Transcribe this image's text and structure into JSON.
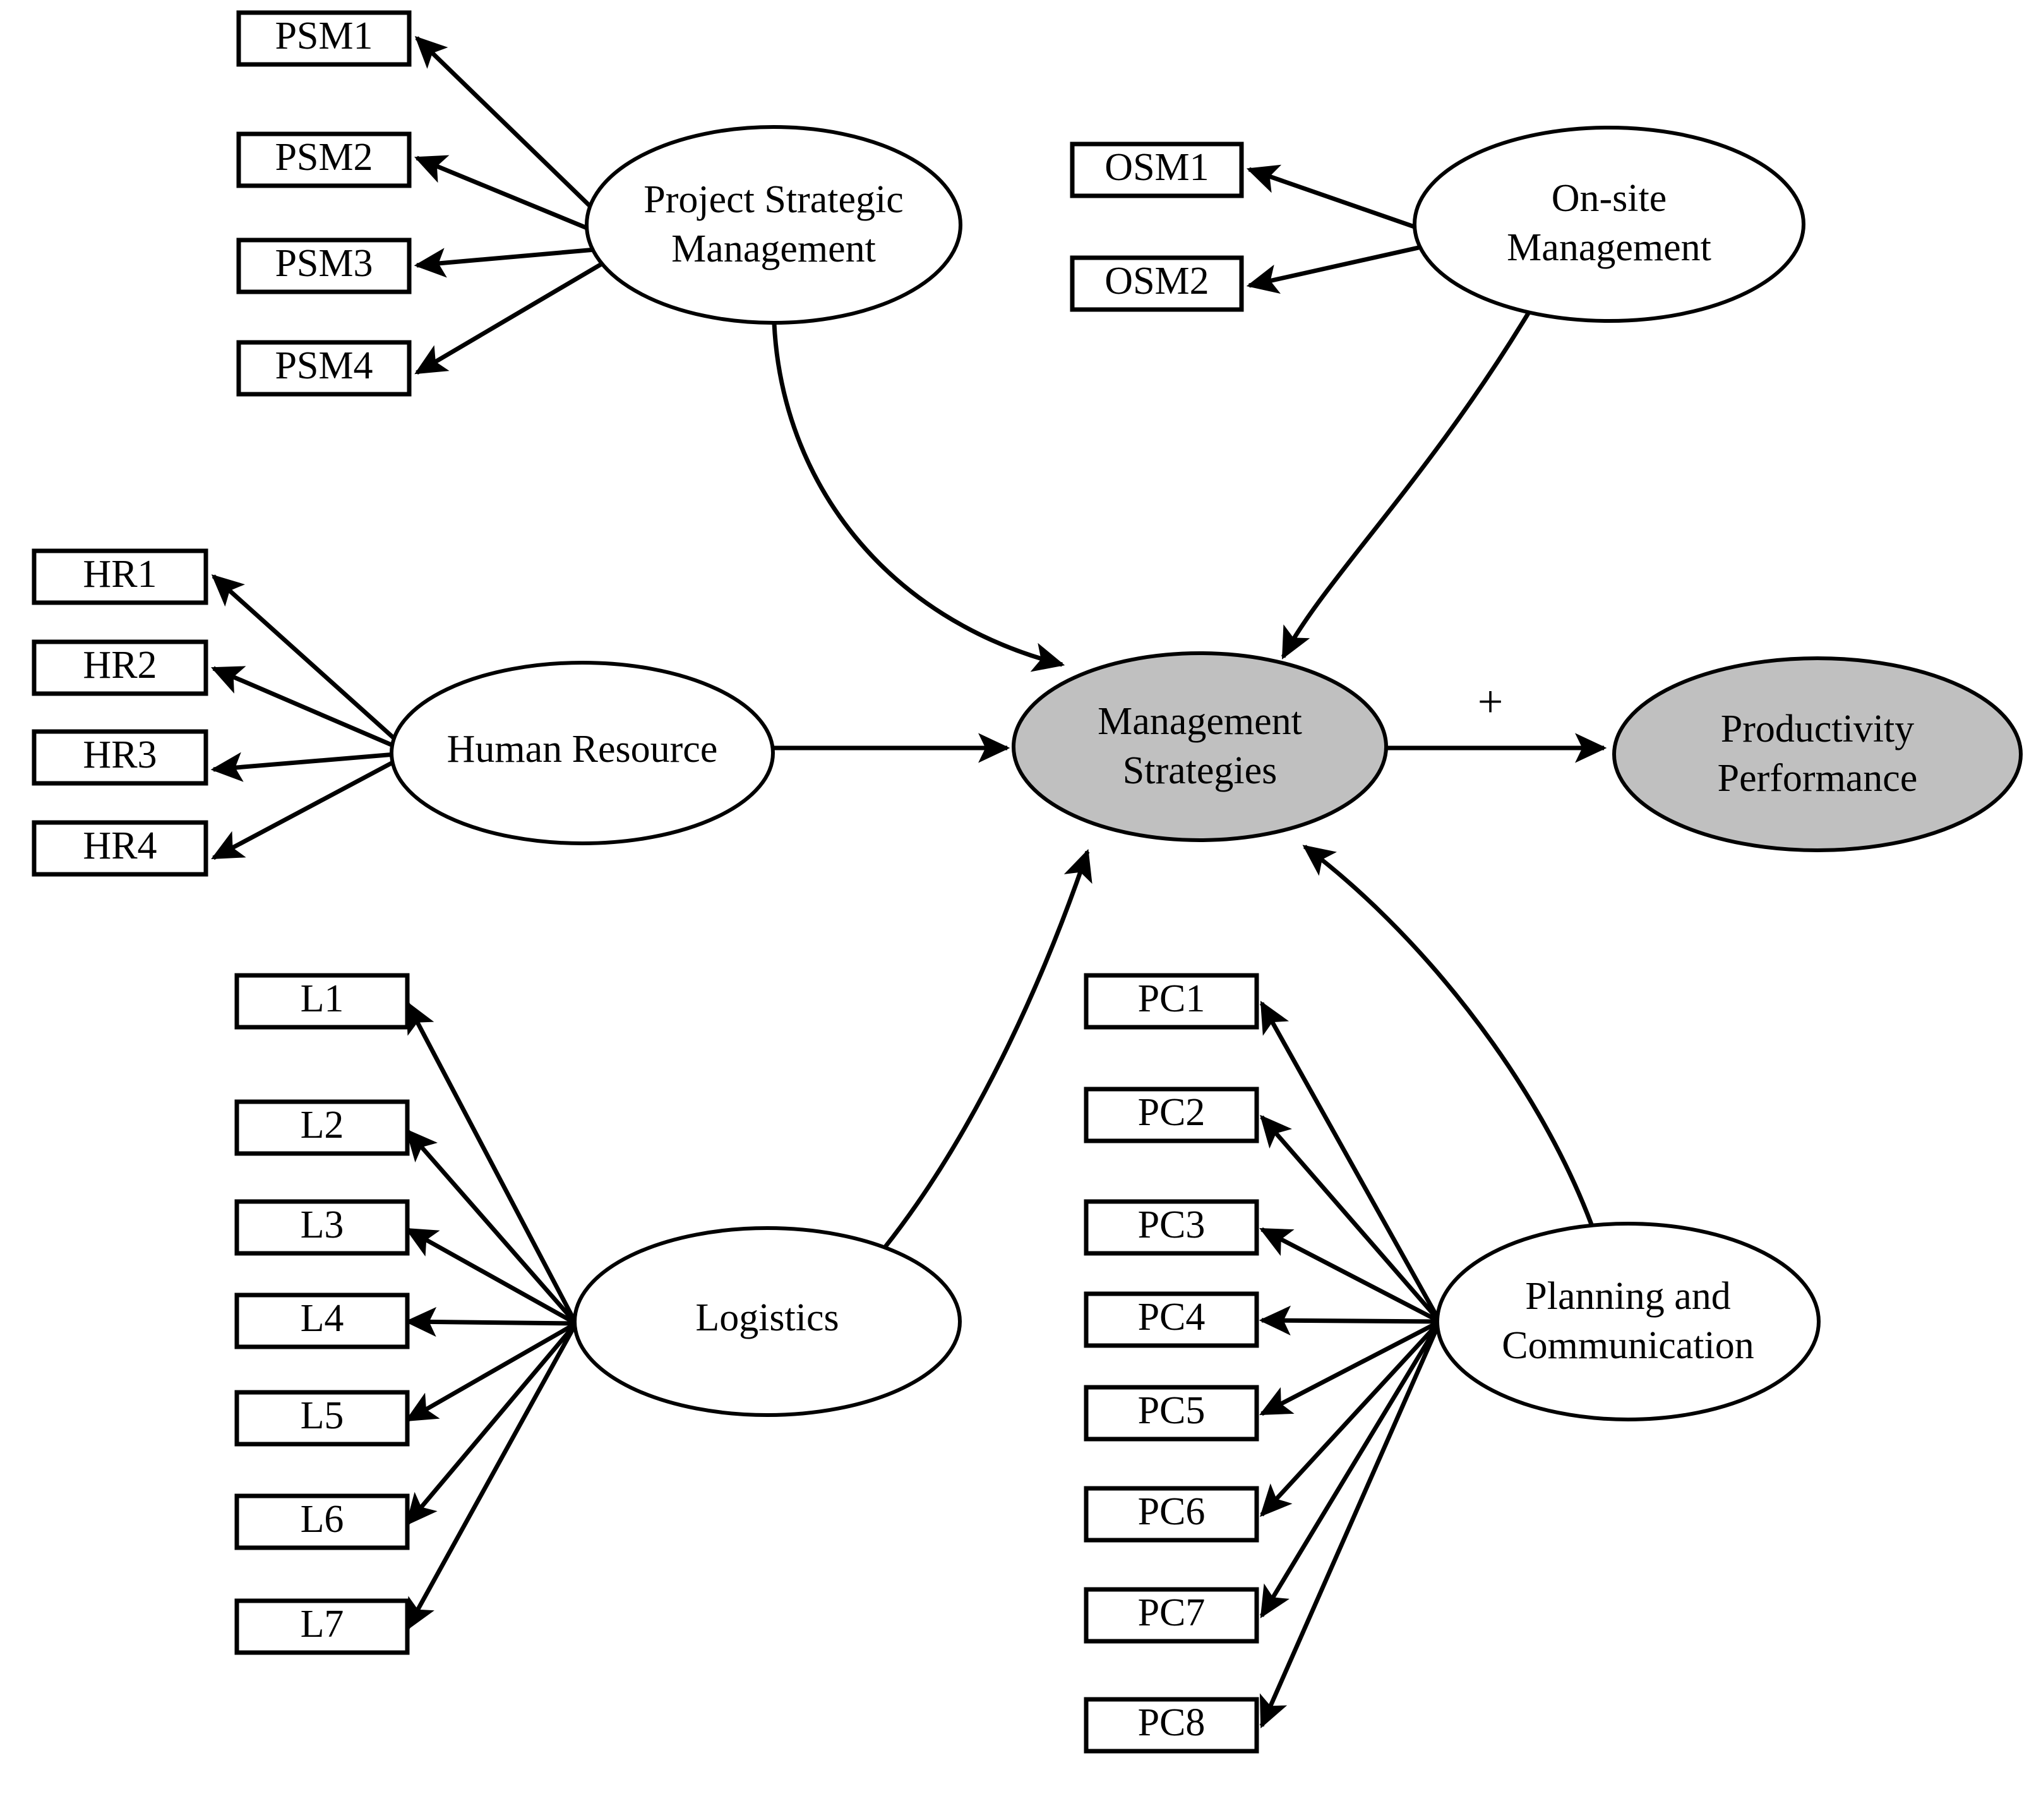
{
  "diagram": {
    "type": "structural-equation-model",
    "background_color": "#ffffff",
    "line_color": "#000000",
    "shaded_fill": "#c0c0c0",
    "unshaded_fill": "#ffffff"
  },
  "latents": {
    "psm": {
      "label_line1": "Project Strategic",
      "label_line2": "Management",
      "shaded": false
    },
    "osm": {
      "label_line1": "On-site",
      "label_line2": "Management",
      "shaded": false
    },
    "hr": {
      "label_line1": "Human Resource",
      "label_line2": "",
      "shaded": false
    },
    "log": {
      "label_line1": "Logistics",
      "label_line2": "",
      "shaded": false
    },
    "pc": {
      "label_line1": "Planning and",
      "label_line2": "Communication",
      "shaded": false
    },
    "ms": {
      "label_line1": "Management",
      "label_line2": "Strategies",
      "shaded": true
    },
    "pp": {
      "label_line1": "Productivity",
      "label_line2": "Performance",
      "shaded": true
    }
  },
  "indicators": {
    "psm": [
      "PSM1",
      "PSM2",
      "PSM3",
      "PSM4"
    ],
    "osm": [
      "OSM1",
      "OSM2"
    ],
    "hr": [
      "HR1",
      "HR2",
      "HR3",
      "HR4"
    ],
    "log": [
      "L1",
      "L2",
      "L3",
      "L4",
      "L5",
      "L6",
      "L7"
    ],
    "pc": [
      "PC1",
      "PC2",
      "PC3",
      "PC4",
      "PC5",
      "PC6",
      "PC7",
      "PC8"
    ]
  },
  "structural_paths": [
    {
      "from": "psm",
      "to": "ms",
      "sign": ""
    },
    {
      "from": "osm",
      "to": "ms",
      "sign": ""
    },
    {
      "from": "hr",
      "to": "ms",
      "sign": ""
    },
    {
      "from": "log",
      "to": "ms",
      "sign": ""
    },
    {
      "from": "pc",
      "to": "ms",
      "sign": ""
    },
    {
      "from": "ms",
      "to": "pp",
      "sign": "+"
    }
  ],
  "annotations": {
    "ms_to_pp_sign": "+"
  }
}
